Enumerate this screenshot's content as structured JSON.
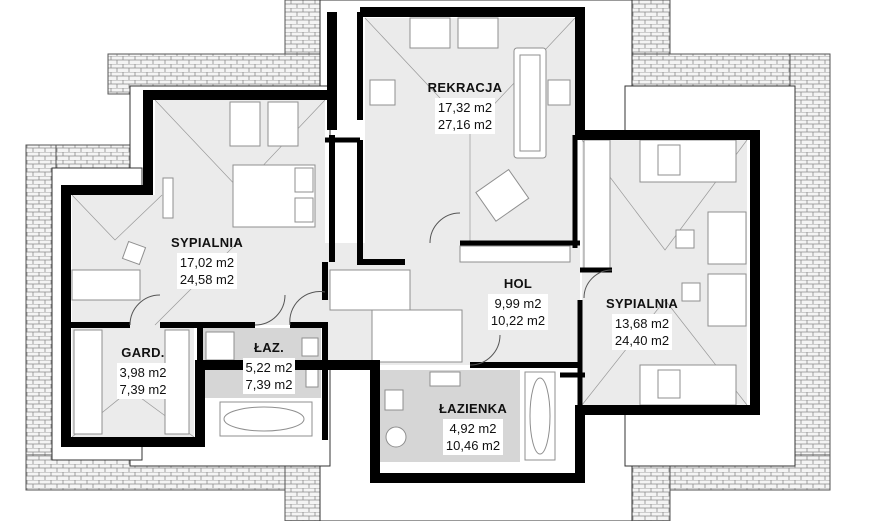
{
  "colors": {
    "wall": "#000000",
    "floor": "#ebebeb",
    "wet_floor": "#d6d6d6",
    "brick": "#d9d9d9",
    "furniture": "#999999"
  },
  "rooms": {
    "rekracja": {
      "name": "REKRACJA",
      "area1": "17,32 m2",
      "area2": "27,16 m2"
    },
    "sypialnia_left": {
      "name": "SYPIALNIA",
      "area1": "17,02 m2",
      "area2": "24,58 m2"
    },
    "hol": {
      "name": "HOL",
      "area1": "9,99 m2",
      "area2": "10,22 m2"
    },
    "sypialnia_right": {
      "name": "SYPIALNIA",
      "area1": "13,68 m2",
      "area2": "24,40 m2"
    },
    "gard": {
      "name": "GARD.",
      "area1": "3,98 m2",
      "area2": "7,39 m2"
    },
    "laz": {
      "name": "ŁAZ.",
      "area1": "5,22 m2",
      "area2": "7,39 m2"
    },
    "lazienka": {
      "name": "ŁAZIENKA",
      "area1": "4,92 m2",
      "area2": "10,46 m2"
    }
  }
}
